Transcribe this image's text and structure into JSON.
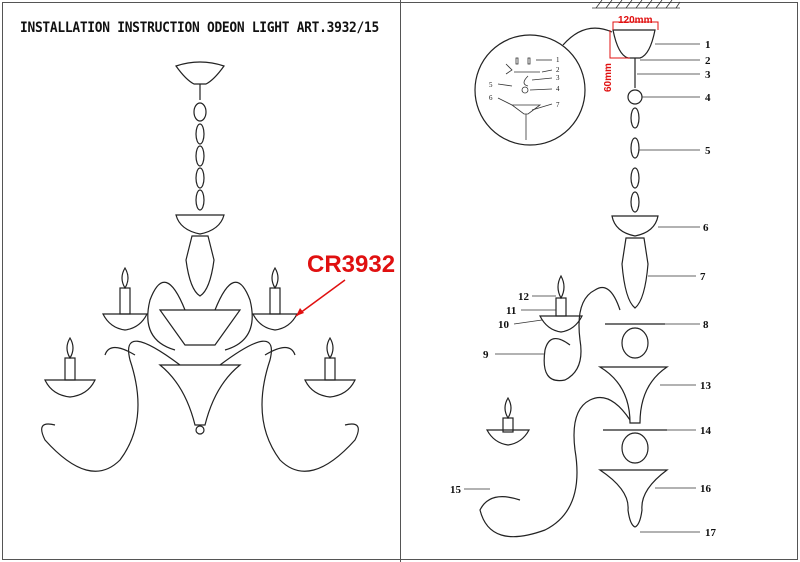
{
  "header": {
    "title": "INSTALLATION INSTRUCTION ODEON LIGHT ART.3932/15"
  },
  "left": {
    "model_label": "CR3932"
  },
  "dimensions": {
    "width": "120mm",
    "height": "60mm"
  },
  "inset_labels": [
    "1",
    "2",
    "3",
    "4",
    "5",
    "6",
    "7"
  ],
  "callouts": [
    "1",
    "2",
    "3",
    "4",
    "5",
    "6",
    "7",
    "8",
    "9",
    "10",
    "11",
    "12",
    "13",
    "14",
    "15",
    "16",
    "17"
  ],
  "colors": {
    "accent": "#e01010",
    "line": "#222222"
  }
}
